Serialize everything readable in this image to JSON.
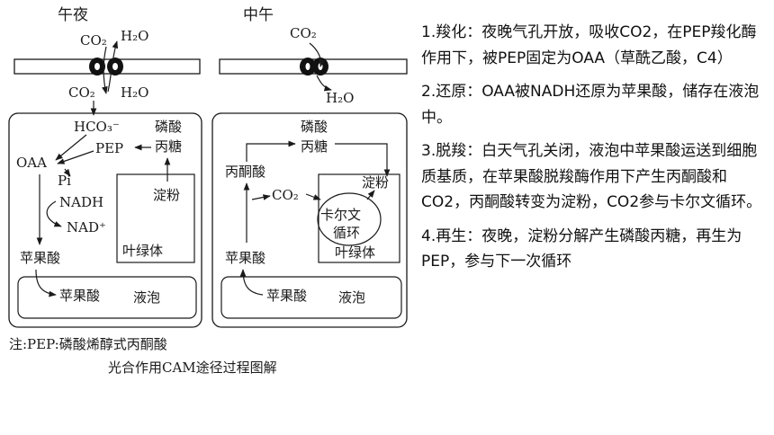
{
  "diagram": {
    "night": {
      "title": "午夜",
      "co2_top": "CO₂",
      "h2o_top": "H₂O",
      "co2_bottom": "CO₂",
      "h2o_bottom": "H₂O",
      "hco3": "HCO₃⁻",
      "pep": "PEP",
      "oaa": "OAA",
      "pi": "Pi",
      "nadh": "NADH",
      "nad": "NAD⁺",
      "malate": "苹果酸",
      "triose_1": "磷酸",
      "triose_2": "丙糖",
      "starch": "淀粉",
      "chloroplast": "叶绿体",
      "vacuole_malate": "苹果酸",
      "vacuole": "液泡"
    },
    "noon": {
      "title": "中午",
      "co2_top": "CO₂",
      "h2o_out": "H₂O",
      "triose_1": "磷酸",
      "triose_2": "丙糖",
      "pyruvate": "丙酮酸",
      "co2_inner": "CO₂",
      "starch": "淀粉",
      "calvin_1": "卡尔文",
      "calvin_2": "循环",
      "chloroplast": "叶绿体",
      "malate": "苹果酸",
      "vacuole_malate": "苹果酸",
      "vacuole": "液泡"
    },
    "note": "注:PEP:磷酸烯醇式丙酮酸",
    "caption": "光合作用CAM途径过程图解"
  },
  "steps": [
    "1.羧化：夜晚气孔开放，吸收CO2，在PEP羧化酶作用下，被PEP固定为OAA（草酰乙酸，C4）",
    "2.还原：OAA被NADH还原为苹果酸，储存在液泡中。",
    "3.脱羧：白天气孔关闭，液泡中苹果酸运送到细胞质基质，在苹果酸脱羧酶作用下产生丙酮酸和CO2，丙酮酸转变为淀粉，CO2参与卡尔文循环。",
    "4.再生：夜晚，淀粉分解产生磷酸丙糖，再生为PEP，参与下一次循环"
  ]
}
